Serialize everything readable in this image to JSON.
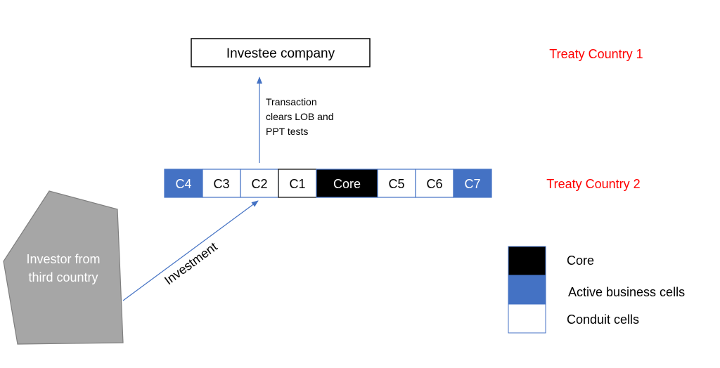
{
  "investee": {
    "label": "Investee company"
  },
  "countries": {
    "treaty1": "Treaty Country 1",
    "treaty2": "Treaty Country 2"
  },
  "transaction_note": {
    "line1": "Transaction",
    "line2": "clears LOB and",
    "line3": "PPT tests"
  },
  "cells": [
    {
      "label": "C4",
      "type": "active"
    },
    {
      "label": "C3",
      "type": "conduit"
    },
    {
      "label": "C2",
      "type": "conduit"
    },
    {
      "label": "C1",
      "type": "conduit"
    },
    {
      "label": "Core",
      "type": "core"
    },
    {
      "label": "C5",
      "type": "conduit"
    },
    {
      "label": "C6",
      "type": "conduit"
    },
    {
      "label": "C7",
      "type": "active"
    }
  ],
  "investor": {
    "line1": "Investor from",
    "line2": "third country"
  },
  "investment_label": "Investment",
  "legend": {
    "core": "Core",
    "active": "Active business cells",
    "conduit": "Conduit cells"
  },
  "colors": {
    "core": "#000000",
    "active": "#4472c4",
    "conduit": "#ffffff",
    "arrow": "#4472c4",
    "investor_fill": "#a6a6a6",
    "investor_stroke": "#7f7f7f",
    "country_label": "#ff0000"
  }
}
